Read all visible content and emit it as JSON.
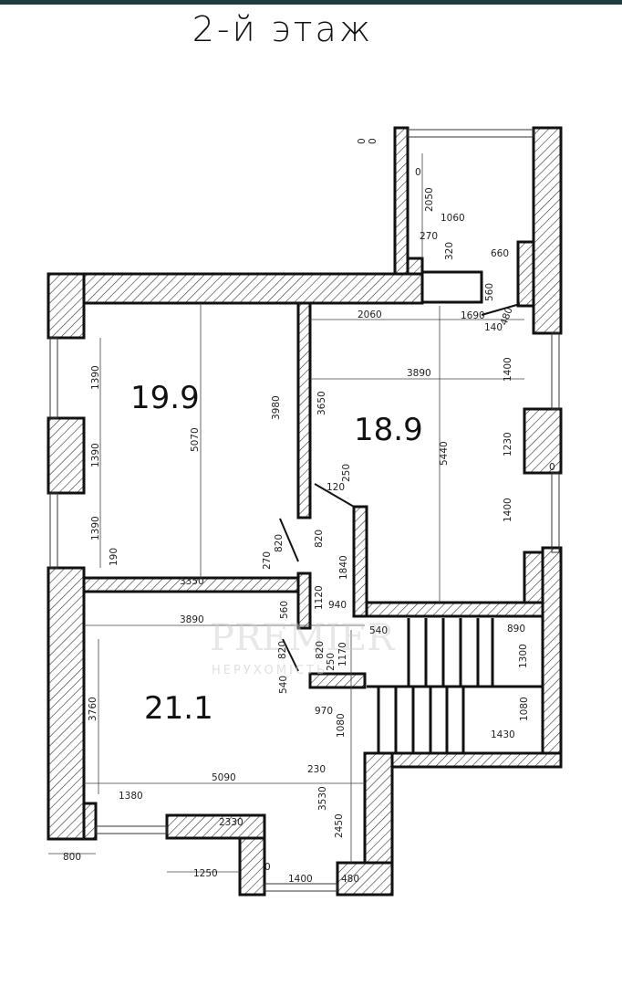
{
  "title": "2-й этаж",
  "rooms": [
    {
      "area": "19.9"
    },
    {
      "area": "18.9"
    },
    {
      "area": "21.1"
    }
  ],
  "watermark": {
    "brand": "PREMIER",
    "sub": "НЕРУХОМІСТЬ"
  },
  "dims": [
    "0",
    "0",
    "0",
    "2050",
    "1060",
    "270",
    "320",
    "660",
    "560",
    "2060",
    "1690",
    "140",
    "480",
    "3890",
    "1400",
    "3650",
    "5440",
    "1230",
    "0",
    "1400",
    "1390",
    "1390",
    "1390",
    "190",
    "5070",
    "3980",
    "820",
    "270",
    "3350",
    "250",
    "120",
    "820",
    "1840",
    "1120",
    "940",
    "560",
    "3890",
    "540",
    "890",
    "1300",
    "820",
    "820",
    "1170",
    "250",
    "540",
    "3760",
    "970",
    "1080",
    "1430",
    "1080",
    "230",
    "5090",
    "1380",
    "3530",
    "2450",
    "2330",
    "800",
    "1250",
    "0",
    "1400",
    "480"
  ]
}
